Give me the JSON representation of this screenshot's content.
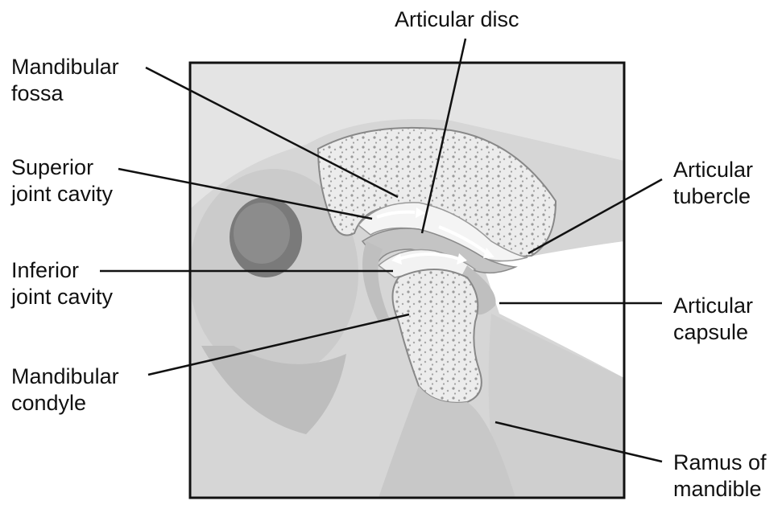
{
  "colors": {
    "frame": "#111111",
    "background_tissue": "#dcdcdc",
    "bone": "#eeeeee",
    "bone_dark": "#c9c9c9",
    "cavity": "#f4f4f4",
    "ear_canal": "#7a7a7a",
    "leader_line": "#111111",
    "text": "#111111"
  },
  "labels": {
    "articular_disc": [
      "Articular disc"
    ],
    "mandibular_fossa": [
      "Mandibular",
      "fossa"
    ],
    "superior_joint_cavity": [
      "Superior",
      "joint cavity"
    ],
    "inferior_joint_cavity": [
      "Inferior",
      "joint cavity"
    ],
    "mandibular_condyle": [
      "Mandibular",
      "condyle"
    ],
    "articular_tubercle": [
      "Articular",
      "tubercle"
    ],
    "articular_capsule": [
      "Articular",
      "capsule"
    ],
    "ramus_of_mandible": [
      "Ramus of",
      "mandible"
    ]
  }
}
